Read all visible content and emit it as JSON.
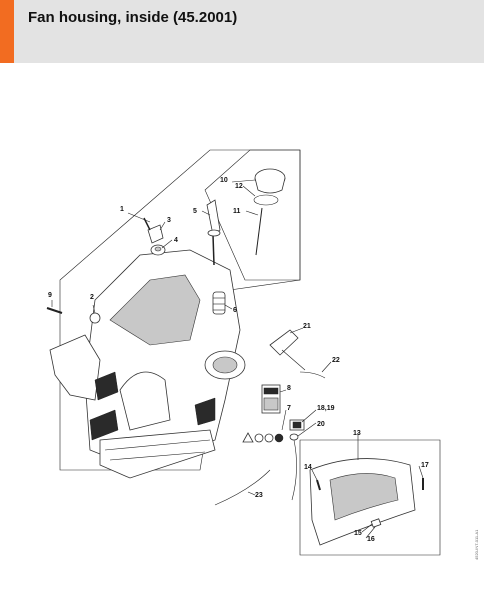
{
  "header": {
    "title": "Fan housing, inside (45.2001)",
    "accent_color": "#f26c21",
    "background_color": "#e3e3e3"
  },
  "callouts": [
    "1",
    "2",
    "3",
    "4",
    "5",
    "6",
    "7",
    "8",
    "9",
    "10",
    "11",
    "12",
    "13",
    "14",
    "15",
    "16",
    "17",
    "18,19",
    "20",
    "21",
    "22",
    "23"
  ],
  "document_id": "4520-INT-011-A1"
}
